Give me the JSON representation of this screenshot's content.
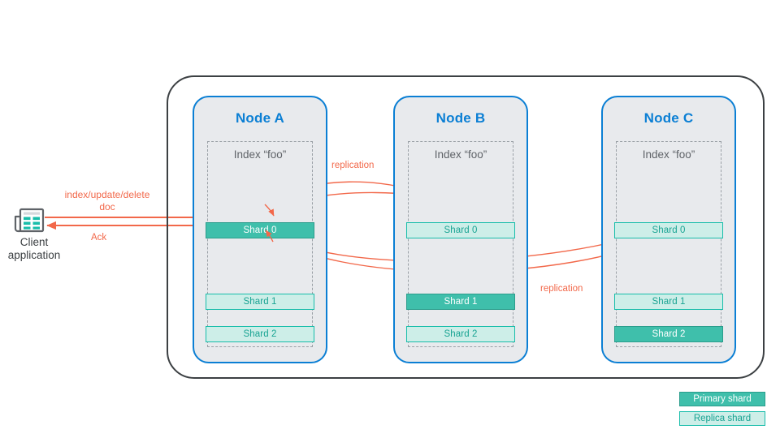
{
  "diagram": {
    "title_hidden": "",
    "cluster": {
      "nodes": [
        {
          "id": "node-a",
          "title": "Node A",
          "index_label": "Index “foo”",
          "shards": [
            {
              "label": "Shard 0",
              "role": "primary"
            },
            {
              "label": "Shard 1",
              "role": "replica"
            },
            {
              "label": "Shard 2",
              "role": "replica"
            }
          ]
        },
        {
          "id": "node-b",
          "title": "Node B",
          "index_label": "Index “foo”",
          "shards": [
            {
              "label": "Shard 0",
              "role": "replica"
            },
            {
              "label": "Shard 1",
              "role": "primary"
            },
            {
              "label": "Shard 2",
              "role": "replica"
            }
          ]
        },
        {
          "id": "node-c",
          "title": "Node C",
          "index_label": "Index “foo”",
          "shards": [
            {
              "label": "Shard 0",
              "role": "replica"
            },
            {
              "label": "Shard 1",
              "role": "replica"
            },
            {
              "label": "Shard 2",
              "role": "primary"
            }
          ]
        }
      ]
    },
    "client": {
      "icon": "document-table-icon",
      "label_line1": "Client",
      "label_line2": "application"
    },
    "arrows": {
      "request_label": "index/update/delete",
      "request_label_line2": "doc",
      "ack_label": "Ack",
      "replication_label_top": "replication",
      "replication_label_bottom": "replication"
    },
    "legend": {
      "primary": "Primary shard",
      "replica": "Replica shard"
    },
    "colors": {
      "node_border": "#0b7fd4",
      "node_fill": "#e8eaed",
      "node_title": "#0b7fd4",
      "cluster_border": "#3c4043",
      "primary_fill": "#3fbfab",
      "primary_border": "#2a9d8c",
      "primary_text": "#ffffff",
      "replica_fill": "#cdeee8",
      "replica_border": "#18bdaa",
      "replica_text": "#18a392",
      "arrow": "#f2684a",
      "index_text": "#5f6368",
      "client_text": "#3c4043"
    }
  }
}
